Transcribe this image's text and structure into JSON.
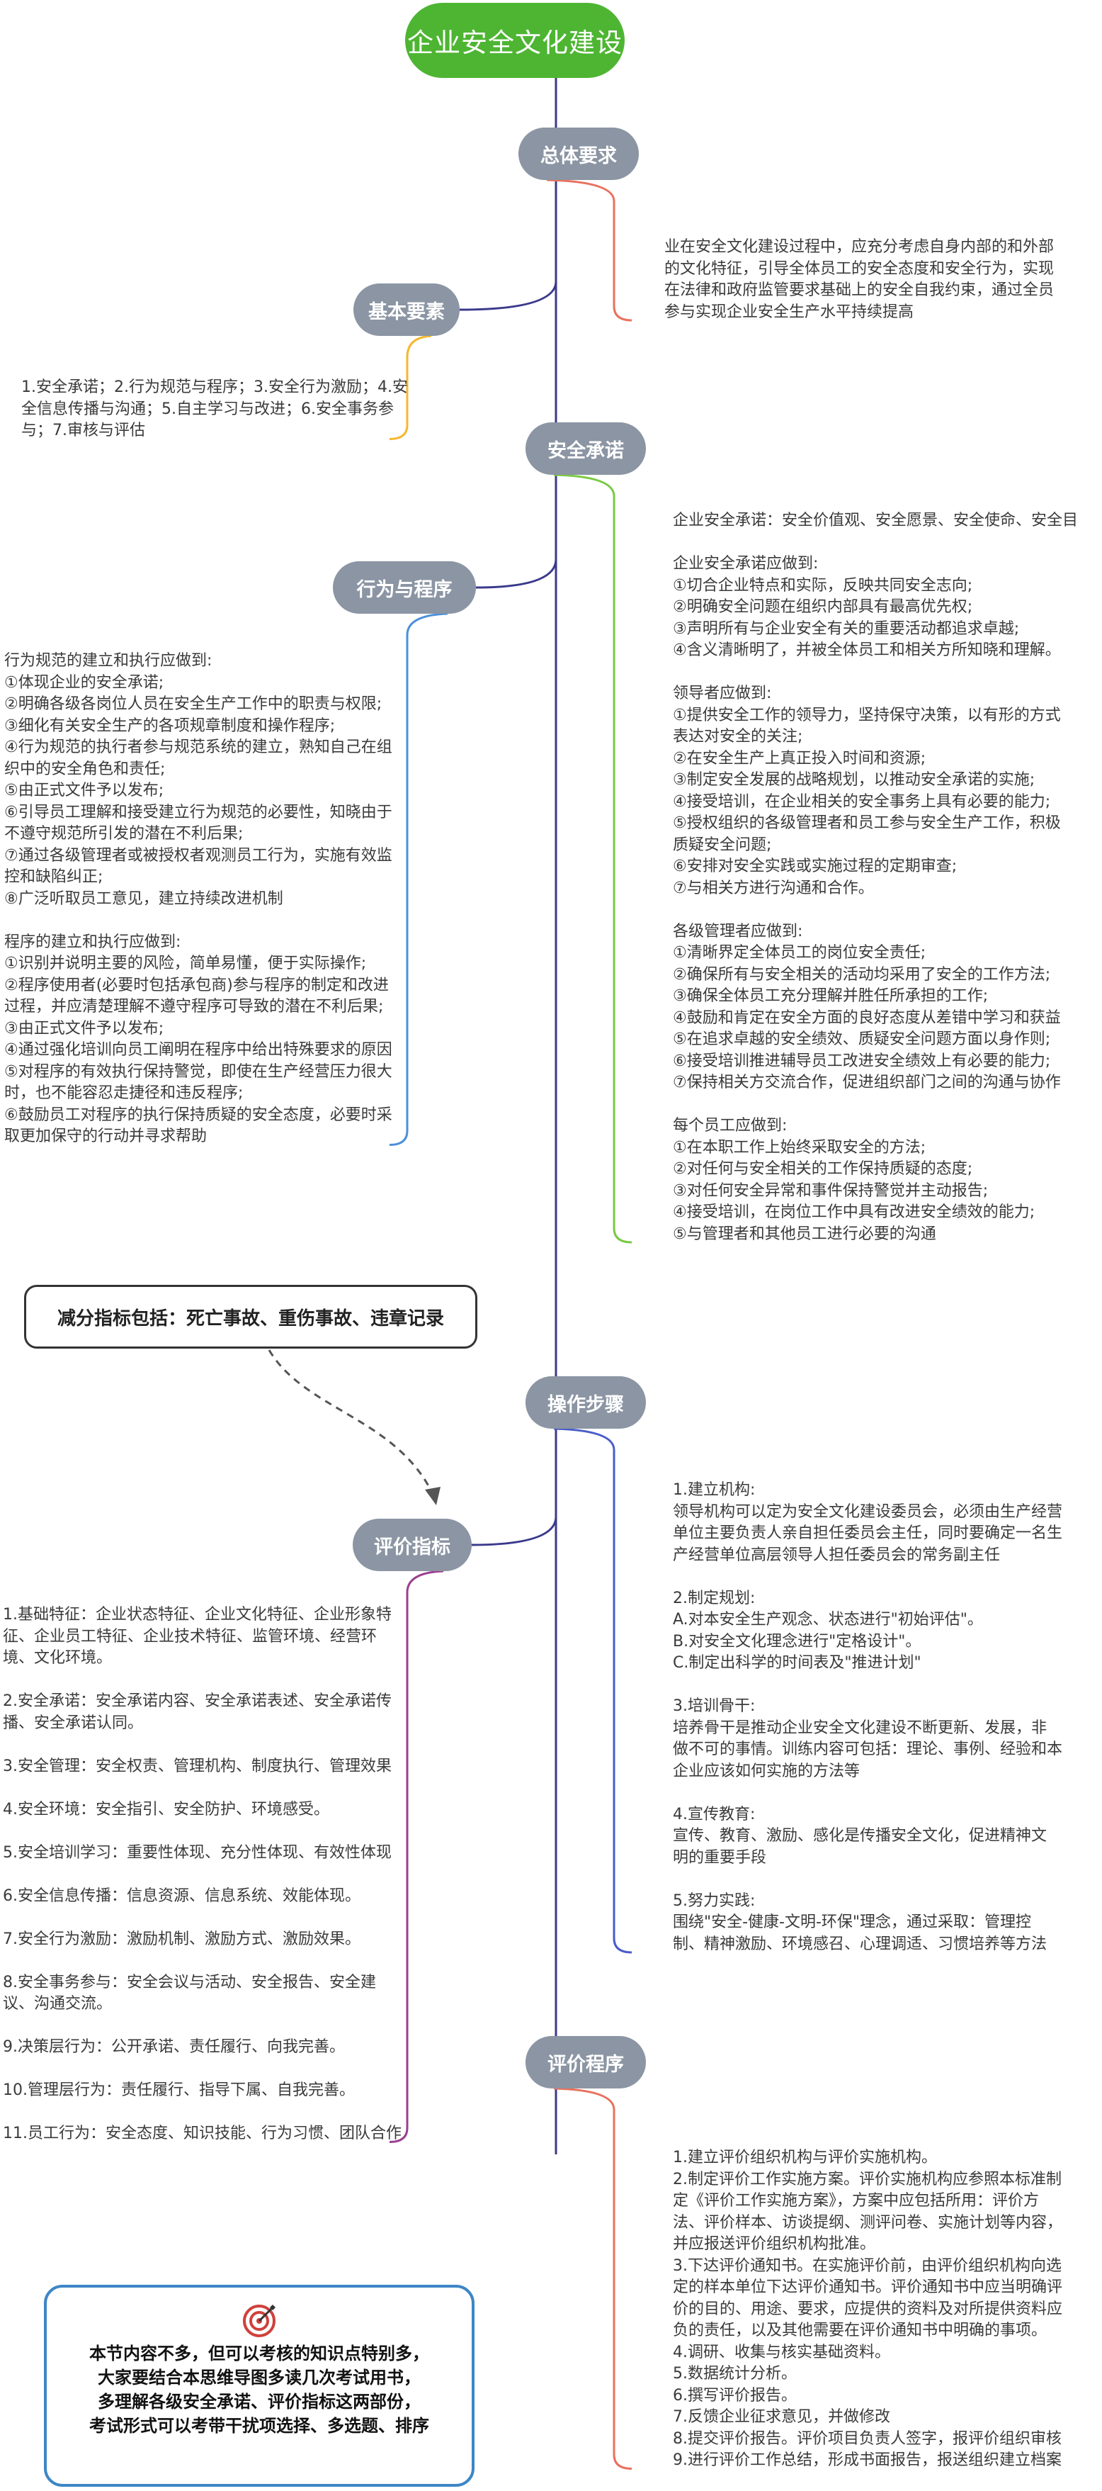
{
  "root": {
    "title": "企业安全文化建设"
  },
  "branches": [
    {
      "id": "overall",
      "label": "总体要求",
      "color": "#e9715d",
      "lines": [
        "业在安全文化建设过程中，应充分考虑自身内部的和外部",
        "的文化特征，引导全体员工的安全态度和安全行为，实现",
        "在法律和政府监管要求基础上的安全自我约束，通过全员",
        "参与实现企业安全生产水平持续提高"
      ]
    },
    {
      "id": "basic",
      "label": "基本要素",
      "color": "#f5b82e",
      "lines": [
        "1.安全承诺；2.行为规范与程序；3.安全行为激励；4.安",
        "全信息传播与沟通；5.自主学习与改进；6.安全事务参",
        "与；7.审核与评估"
      ]
    },
    {
      "id": "commit",
      "label": "安全承诺",
      "color": "#7ac943",
      "lines": [
        "企业安全承诺：安全价值观、安全愿景、安全使命、安全目",
        "",
        "企业安全承诺应做到:",
        "①切合企业特点和实际，反映共同安全志向;",
        "②明确安全问题在组织内部具有最高优先权;",
        "③声明所有与企业安全有关的重要活动都追求卓越;",
        "④含义清晰明了，并被全体员工和相关方所知晓和理解。",
        "",
        "领导者应做到:",
        "①提供安全工作的领导力，坚持保守决策，以有形的方式",
        "表达对安全的关注;",
        "②在安全生产上真正投入时间和资源;",
        "③制定安全发展的战略规划，以推动安全承诺的实施;",
        "④接受培训，在企业相关的安全事务上具有必要的能力;",
        "⑤授权组织的各级管理者和员工参与安全生产工作，积极",
        "质疑安全问题;",
        "⑥安排对安全实践或实施过程的定期审查;",
        "⑦与相关方进行沟通和合作。",
        "",
        "各级管理者应做到:",
        "①清晰界定全体员工的岗位安全责任;",
        "②确保所有与安全相关的活动均采用了安全的工作方法;",
        "③确保全体员工充分理解并胜任所承担的工作;",
        "④鼓励和肯定在安全方面的良好态度从差错中学习和获益",
        "⑤在追求卓越的安全绩效、质疑安全问题方面以身作则;",
        "⑥接受培训推进辅导员工改进安全绩效上有必要的能力;",
        "⑦保持相关方交流合作，促进组织部门之间的沟通与协作",
        "",
        "每个员工应做到:",
        "①在本职工作上始终采取安全的方法;",
        "②对任何与安全相关的工作保持质疑的态度;",
        "③对任何安全异常和事件保持警觉并主动报告;",
        "④接受培训，在岗位工作中具有改进安全绩效的能力;",
        "⑤与管理者和其他员工进行必要的沟通"
      ]
    },
    {
      "id": "behavior",
      "label": "行为与程序",
      "color": "#4a90d9",
      "lines": [
        "行为规范的建立和执行应做到:",
        "①体现企业的安全承诺;",
        "②明确各级各岗位人员在安全生产工作中的职责与权限;",
        "③细化有关安全生产的各项规章制度和操作程序;",
        "④行为规范的执行者参与规范系统的建立，熟知自己在组",
        "织中的安全角色和责任;",
        "⑤由正式文件予以发布;",
        "⑥引导员工理解和接受建立行为规范的必要性，知晓由于",
        "不遵守规范所引发的潜在不利后果;",
        "⑦通过各级管理者或被授权者观测员工行为，实施有效监",
        "控和缺陷纠正;",
        "⑧广泛听取员工意见，建立持续改进机制",
        "",
        "程序的建立和执行应做到:",
        "①识别并说明主要的风险，简单易懂，便于实际操作;",
        "②程序使用者(必要时包括承包商)参与程序的制定和改进",
        "过程，并应清楚理解不遵守程序可导致的潜在不利后果;",
        "③由正式文件予以发布;",
        "④通过强化培训向员工阐明在程序中给出特殊要求的原因",
        "⑤对程序的有效执行保持警觉，即使在生产经营压力很大",
        "时，也不能容忍走捷径和违反程序;",
        "⑥鼓励员工对程序的执行保持质疑的安全态度，必要时采",
        "取更加保守的行动并寻求帮助"
      ]
    },
    {
      "id": "steps",
      "label": "操作步骤",
      "color": "#4a5cc9",
      "lines": [
        "1.建立机构:",
        "领导机构可以定为安全文化建设委员会，必须由生产经营",
        "单位主要负责人亲自担任委员会主任，同时要确定一名生",
        "产经营单位高层领导人担任委员会的常务副主任",
        "",
        "2.制定规划:",
        "A.对本安全生产观念、状态进行\"初始评估\"。",
        "B.对安全文化理念进行\"定格设计\"。",
        "C.制定出科学的时间表及\"推进计划\"",
        "",
        "3.培训骨干:",
        " 培养骨干是推动企业安全文化建设不断更新、发展，非",
        "做不可的事情。训练内容可包括：理论、事例、经验和本",
        "企业应该如何实施的方法等",
        "",
        "4.宣传教育:",
        " 宣传、教育、激励、感化是传播安全文化，促进精神文",
        "明的重要手段",
        "",
        "5.努力实践:",
        "围绕\"安全-健康-文明-环保\"理念，通过采取：管理控",
        "制、精神激励、环境感召、心理调适、习惯培养等方法"
      ]
    },
    {
      "id": "indicators",
      "label": "评价指标",
      "color": "#9b3f8f",
      "lines": [
        "1.基础特征：企业状态特征、企业文化特征、企业形象特",
        "征、企业员工特征、企业技术特征、监管环境、经营环",
        "境、文化环境。",
        "",
        "2.安全承诺：安全承诺内容、安全承诺表述、安全承诺传",
        "播、安全承诺认同。",
        "",
        "3.安全管理：安全权责、管理机构、制度执行、管理效果",
        "",
        "4.安全环境：安全指引、安全防护、环境感受。",
        "",
        "5.安全培训学习：重要性体现、充分性体现、有效性体现",
        "",
        "6.安全信息传播：信息资源、信息系统、效能体现。",
        "",
        "7.安全行为激励：激励机制、激励方式、激励效果。",
        "",
        "8.安全事务参与：安全会议与活动、安全报告、安全建",
        "议、沟通交流。",
        "",
        "9.决策层行为：公开承诺、责任履行、向我完善。",
        "",
        "10.管理层行为：责任履行、指导下属、自我完善。",
        "",
        "11.员工行为：安全态度、知识技能、行为习惯、团队合作"
      ]
    },
    {
      "id": "procedure",
      "label": "评价程序",
      "color": "#e9715d",
      "lines": [
        "1.建立评价组织机构与评价实施机构。",
        "2.制定评价工作实施方案。评价实施机构应参照本标准制",
        "定《评价工作实施方案》，方案中应包括所用：评价方",
        "法、评价样本、访谈提纲、测评问卷、实施计划等内容，",
        "并应报送评价组织机构批准。",
        "3.下达评价通知书。在实施评价前，由评价组织机构向选",
        "定的样本单位下达评价通知书。评价通知书中应当明确评",
        "价的目的、用途、要求，应提供的资料及对所提供资料应",
        "负的责任，以及其他需要在评价通知书中明确的事项。",
        "4.调研、收集与核实基础资料。",
        "5.数据统计分析。",
        "6.撰写评价报告。",
        "7.反馈企业征求意见，并做修改",
        "8.提交评价报告。评价项目负责人签字，报评价组织审核",
        "9.进行评价工作总结，形成书面报告，报送组织建立档案"
      ]
    }
  ],
  "callout": {
    "text": "减分指标包括：死亡事故、重伤事故、违章记录"
  },
  "note": {
    "icon": "target-icon",
    "lines": [
      "本节内容不多，但可以考核的知识点特别多，",
      "大家要结合本思维导图多读几次考试用书，",
      "多理解各级安全承诺、评价指标这两部份，",
      "考试形式可以考带干扰项选择、多选题、排序"
    ]
  },
  "colors": {
    "root": "#4eb533",
    "pill": "#8b95a3",
    "trunk": "#3b3a8c",
    "note_border": "#3d86c6"
  }
}
